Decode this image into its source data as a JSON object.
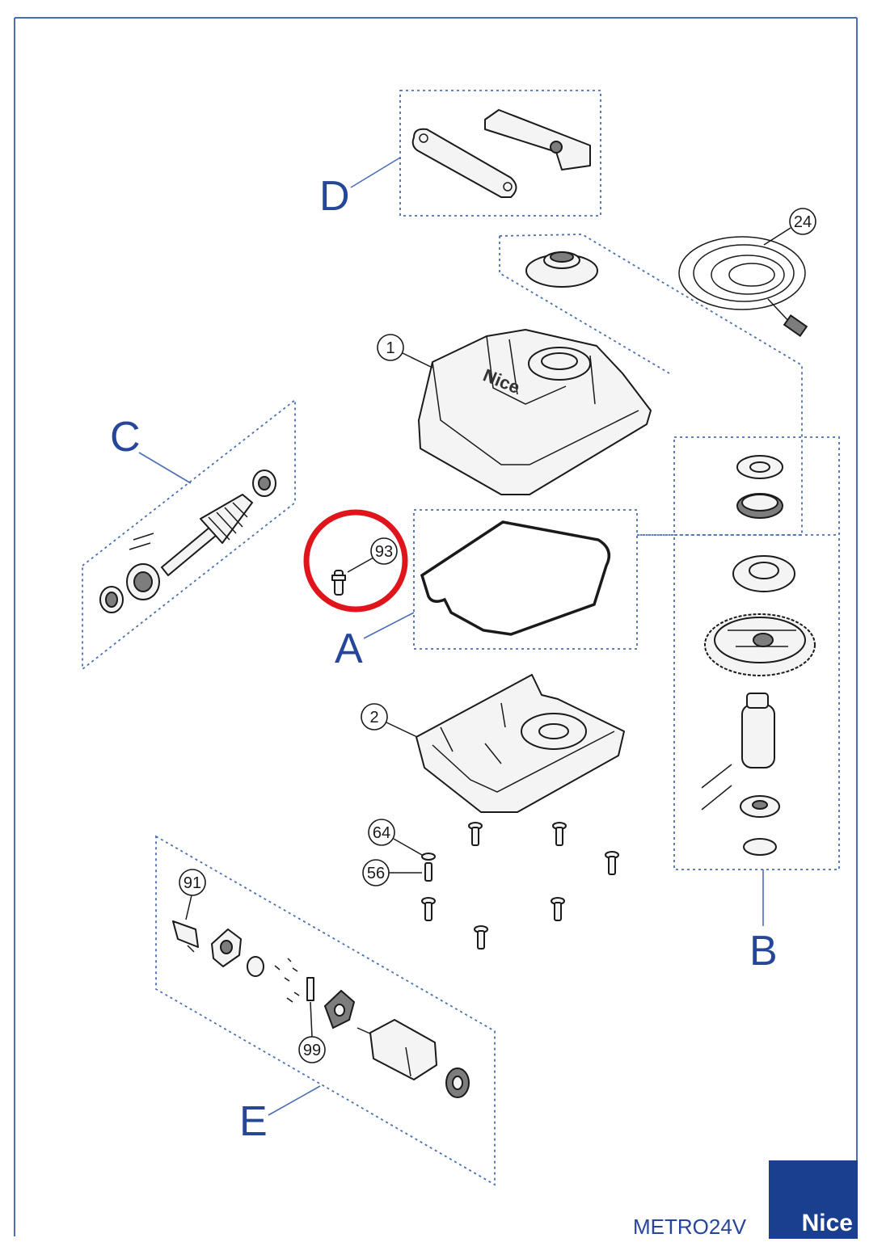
{
  "groups": [
    {
      "letter": "A"
    },
    {
      "letter": "B"
    },
    {
      "letter": "C"
    },
    {
      "letter": "D"
    },
    {
      "letter": "E"
    }
  ],
  "callouts": [
    {
      "number": "1"
    },
    {
      "number": "2"
    },
    {
      "number": "24"
    },
    {
      "number": "56"
    },
    {
      "number": "64"
    },
    {
      "number": "91"
    },
    {
      "number": "93"
    },
    {
      "number": "99"
    }
  ],
  "highlight": {
    "color": "#e0151b",
    "target": "93"
  },
  "footer": {
    "model": "METRO24V",
    "brand": "Nice"
  },
  "colors": {
    "accent": "#26469a",
    "frame": "#4a6fb5",
    "logo_bg": "#1b3f8f"
  }
}
